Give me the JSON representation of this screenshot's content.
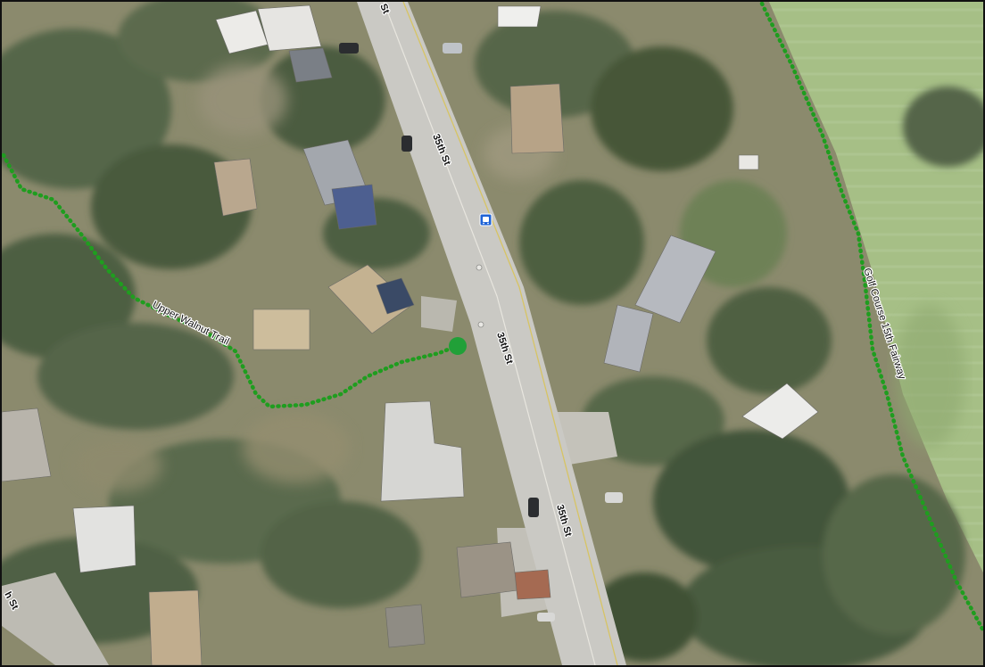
{
  "map": {
    "labels": {
      "street_1": "35th St",
      "street_2": "35th St",
      "street_3": "35th St",
      "street_top_partial": "St",
      "street_bottom_left_partial": "h St",
      "trail": "Upper Walnut Trail",
      "fairway": "Golf Course 15th Fairway"
    },
    "colors": {
      "trail_line": "#1f9d1f",
      "trail_endpoint": "#21a038",
      "road": "#c9c9c4",
      "grass_fairway": "#a9c28a",
      "forest": "#4f6141",
      "bus_stop": "#1e63d6"
    },
    "icons": {
      "bus_stop": "bus-stop-icon",
      "trail_end": "trail-endpoint-marker"
    }
  }
}
